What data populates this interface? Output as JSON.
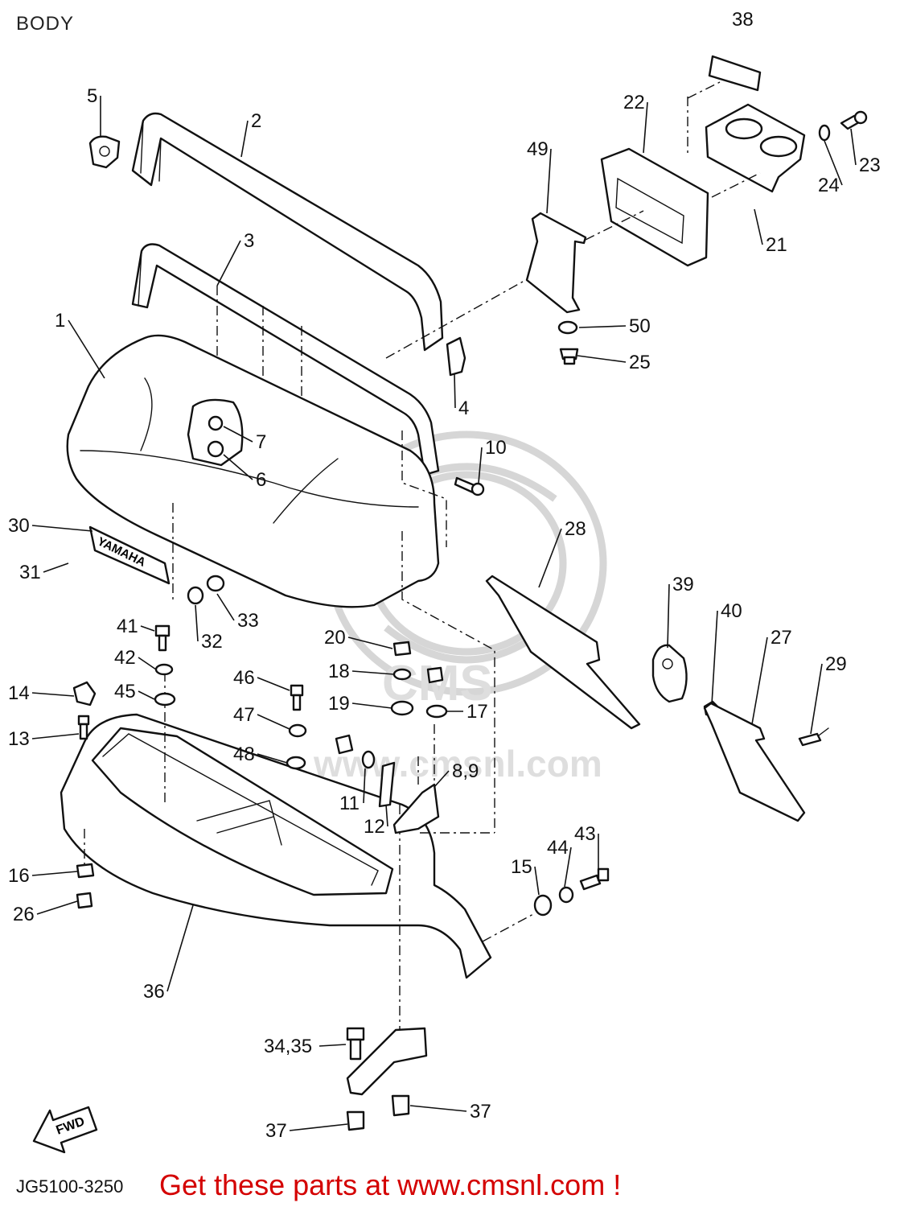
{
  "title": "BODY",
  "drawing_number": "JG5100-3250",
  "promo_text": "Get these parts at www.cmsnl.com !",
  "watermark_text": "www.cmsnl.com",
  "watermark_logo": "CMS",
  "fwd_label": "FWD",
  "emblem_text": "YAMAHA",
  "callouts": [
    "38",
    "22",
    "5",
    "2",
    "49",
    "23",
    "24",
    "21",
    "3",
    "50",
    "25",
    "4",
    "1",
    "7",
    "6",
    "10",
    "30",
    "28",
    "31",
    "39",
    "40",
    "27",
    "41",
    "32",
    "33",
    "20",
    "42",
    "18",
    "29",
    "46",
    "14",
    "45",
    "19",
    "17",
    "47",
    "13",
    "48",
    "8,9",
    "11",
    "12",
    "43",
    "44",
    "15",
    "16",
    "26",
    "36",
    "34,35",
    "37"
  ],
  "colors": {
    "promo": "#d40000",
    "ink": "#111111",
    "watermark": "#d6d6d6"
  }
}
